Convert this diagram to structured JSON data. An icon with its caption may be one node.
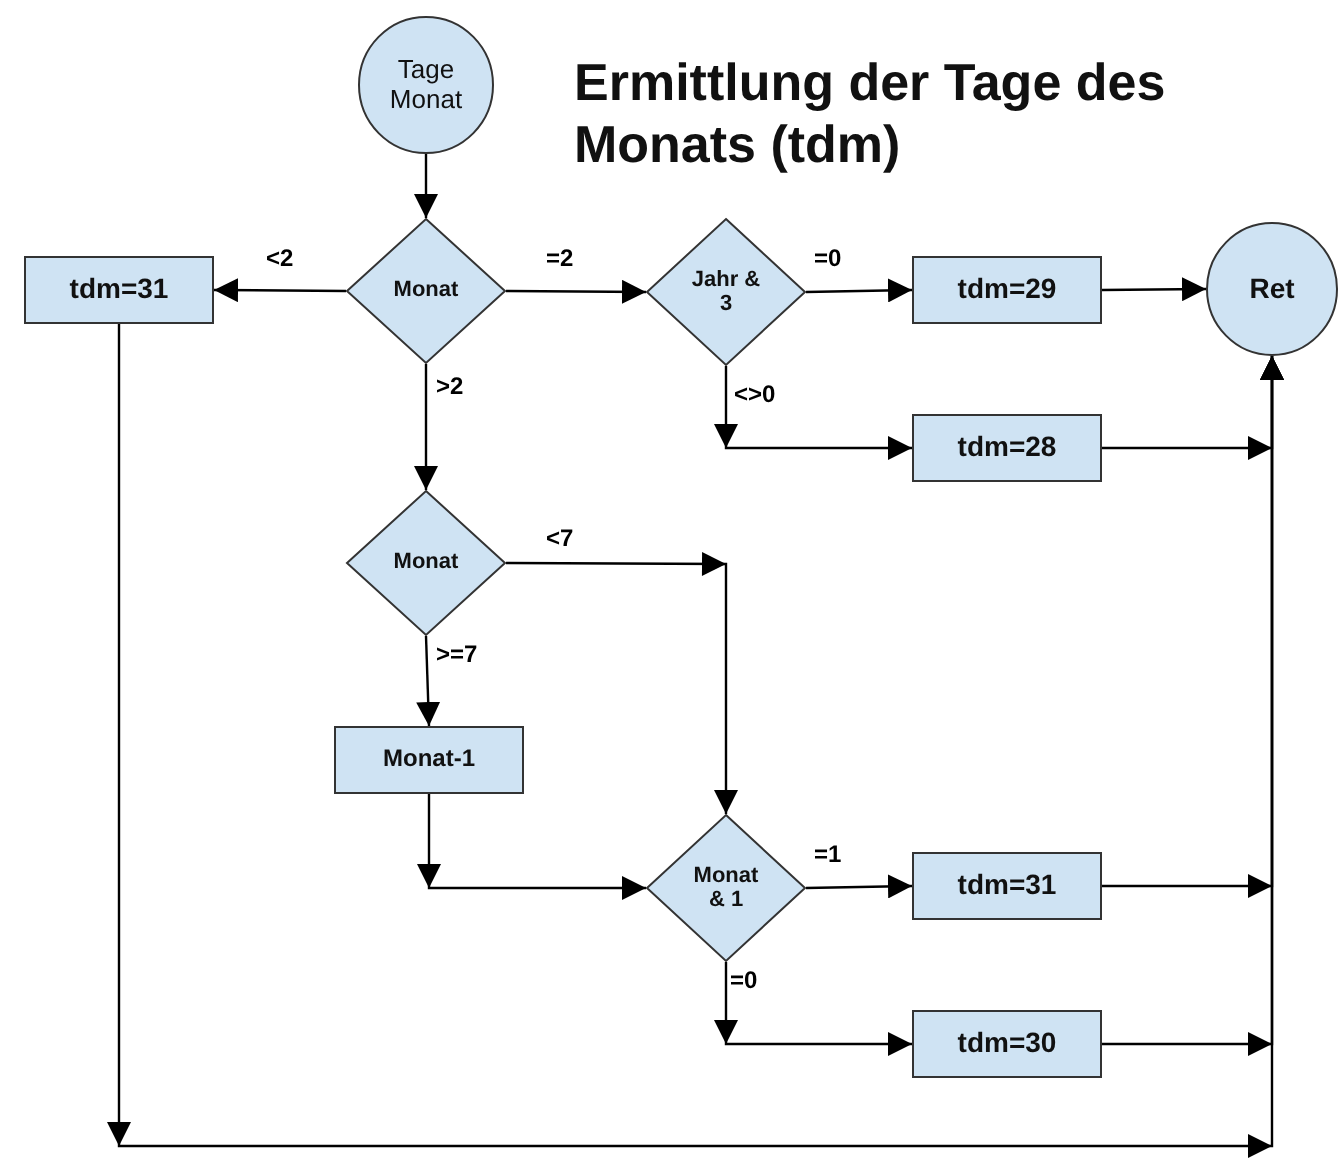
{
  "diagram": {
    "title": "Ermittlung der Tage des Monats (tdm)",
    "nodes": [
      {
        "text": [
          "Tage Monat"
        ]
      },
      {
        "text": [
          "Monat"
        ]
      },
      {
        "text": [
          "tdm=31"
        ]
      },
      {
        "text": [
          "Jahr & 3"
        ]
      },
      {
        "text": [
          "tdm=29"
        ]
      },
      {
        "text": [
          "Ret"
        ]
      },
      {
        "text": [
          "tdm=28"
        ]
      },
      {
        "text": [
          "Monat"
        ]
      },
      {
        "text": [
          "Monat-1"
        ]
      },
      {
        "text": [
          "Monat & 1"
        ]
      },
      {
        "text": [
          "tdm=31"
        ]
      },
      {
        "text": [
          "tdm=30"
        ]
      }
    ],
    "edges": [
      {
        "from": 0,
        "to": 1,
        "arrow": "to"
      },
      {
        "from": 1,
        "to": 2,
        "arrow": "to",
        "label": "<2"
      },
      {
        "from": 1,
        "to": 3,
        "arrow": "to",
        "label": "=2"
      },
      {
        "from": 1,
        "to": 7,
        "arrow": "to",
        "label": ">2"
      },
      {
        "from": 3,
        "to": 4,
        "arrow": "to",
        "label": "=0"
      },
      {
        "from": 3,
        "to": 6,
        "arrow": "to",
        "label": "<>0"
      },
      {
        "from": 4,
        "to": 5,
        "arrow": "to"
      },
      {
        "from": 6,
        "to": 5,
        "arrow": "to"
      },
      {
        "from": 7,
        "to": 9,
        "arrow": "to",
        "label": "<7"
      },
      {
        "from": 7,
        "to": 8,
        "arrow": "to",
        "label": ">=7"
      },
      {
        "from": 8,
        "to": 9,
        "arrow": "to"
      },
      {
        "from": 9,
        "to": 10,
        "arrow": "to",
        "label": "=1"
      },
      {
        "from": 9,
        "to": 11,
        "arrow": "to",
        "label": "=0"
      },
      {
        "from": 10,
        "to": 5,
        "arrow": "to"
      },
      {
        "from": 11,
        "to": 5,
        "arrow": "to"
      },
      {
        "from": 2,
        "to": 5,
        "arrow": "to"
      }
    ]
  }
}
